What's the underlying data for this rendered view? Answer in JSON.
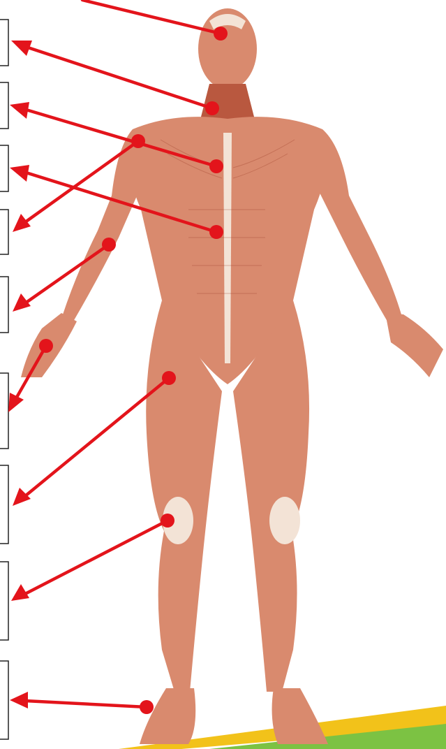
{
  "diagram": {
    "label_slots": [
      {
        "id": 1,
        "text": "",
        "target": "forehead"
      },
      {
        "id": 2,
        "text": "",
        "target": "neck"
      },
      {
        "id": 3,
        "text": "",
        "target": "chest"
      },
      {
        "id": 4,
        "text": "",
        "target": "abdomen"
      },
      {
        "id": 5,
        "text": "",
        "target": "shoulder"
      },
      {
        "id": 6,
        "text": "",
        "target": "forearm"
      },
      {
        "id": 7,
        "text": "",
        "target": "hand"
      },
      {
        "id": 8,
        "text": "",
        "target": "thigh"
      },
      {
        "id": 9,
        "text": "",
        "target": "knee"
      },
      {
        "id": 10,
        "text": "",
        "target": "foot"
      }
    ],
    "colors": {
      "leader": "#e3141b",
      "muscle": "#d98a6e",
      "tendon": "#f3e3d6",
      "ground_yellow": "#f2c21a",
      "ground_green": "#7cc243"
    }
  }
}
